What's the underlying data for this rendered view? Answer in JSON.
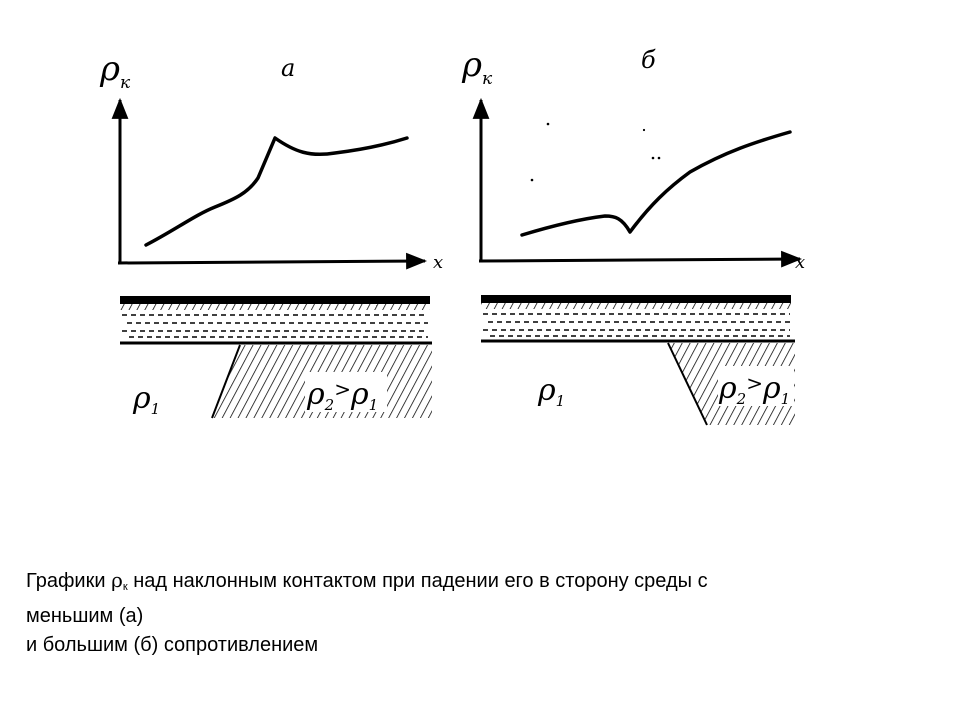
{
  "panels": [
    {
      "id": "a",
      "letter": "а",
      "y_axis_symbol": "ρ",
      "y_axis_subscript": "к",
      "x_axis_label": "x",
      "layer1_label": "ρ",
      "layer1_sub": "1",
      "layer2_label": "ρ",
      "layer2_sub": "2",
      "relation": ">",
      "layer2_cmp": "ρ",
      "layer2_cmp_sub": "1"
    },
    {
      "id": "b",
      "letter": "б",
      "y_axis_symbol": "ρ",
      "y_axis_subscript": "к",
      "x_axis_label": "x",
      "layer1_label": "ρ",
      "layer1_sub": "1",
      "layer2_label": "ρ",
      "layer2_sub": "2",
      "relation": ">",
      "layer2_cmp": "ρ",
      "layer2_cmp_sub": "1"
    }
  ],
  "caption": {
    "line1_before": "Графики ",
    "symbol": "ρ",
    "symbol_sub": "к",
    "line1_after": " над наклонным контактом при падении его в сторону среды с",
    "line2": "меньшим (а)",
    "line3": "и большим (б) сопротивлением"
  }
}
